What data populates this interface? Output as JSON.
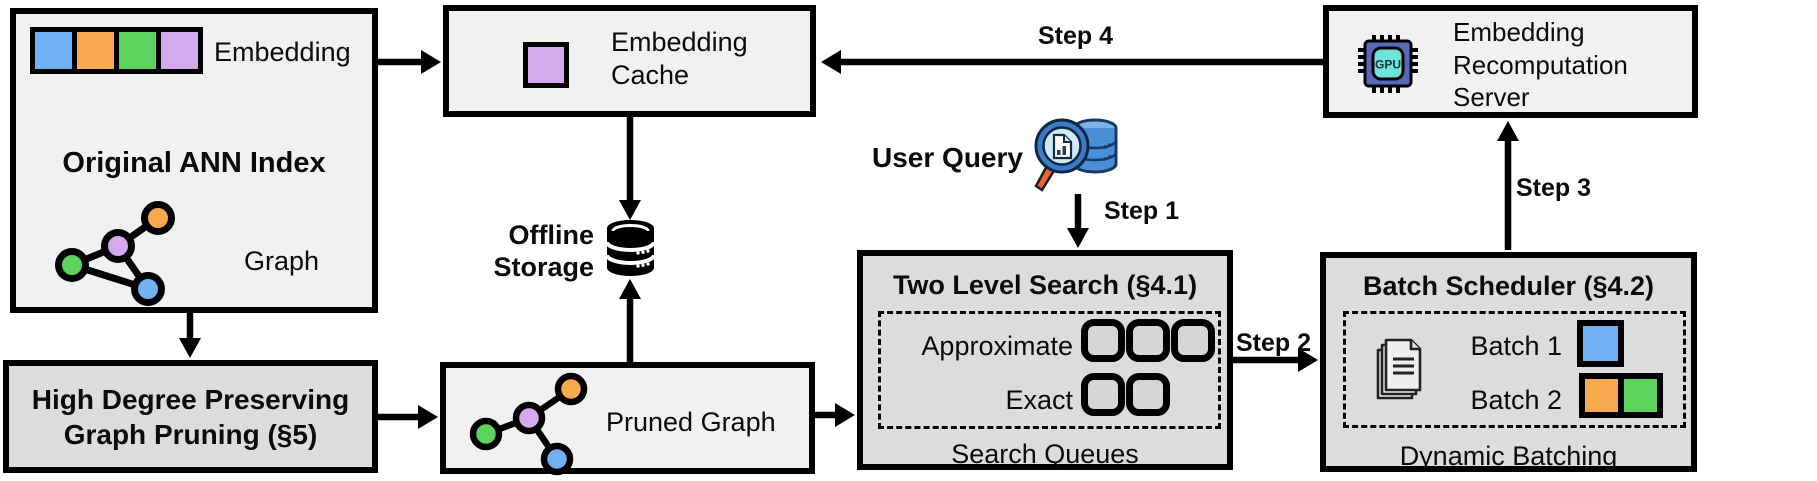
{
  "palette": {
    "blue": "#6fb1f2",
    "orange": "#f7a94e",
    "green": "#5cd35c",
    "purple": "#d4aaef",
    "gpu_body": "#5868bb",
    "gpu_core": "#70e3d9",
    "query_db": "#4a8ed8",
    "query_db_top": "#7db4e8",
    "query_lens": "#cdeaf9",
    "query_rim": "#3c7cc4",
    "query_handle": "#f2632f"
  },
  "ann_index": {
    "title": "Original ANN Index",
    "embedding_label": "Embedding",
    "graph_label": "Graph"
  },
  "embedding_cache": {
    "label": "Embedding Cache"
  },
  "offline_storage": {
    "label": "Offline Storage"
  },
  "user_query": {
    "label": "User Query"
  },
  "recomputation_server": {
    "label": "Embedding Recomputation Server"
  },
  "two_level_search": {
    "title": "Two Level Search (§4.1)",
    "row1_label": "Approximate",
    "row1_slots": 3,
    "row2_label": "Exact",
    "row2_slots": 2,
    "footer": "Search Queues"
  },
  "batch_scheduler": {
    "title": "Batch Scheduler (§4.2)",
    "batch1_label": "Batch 1",
    "batch2_label": "Batch 2",
    "footer": "Dynamic Batching"
  },
  "graph_pruning": {
    "title": "High Degree Preserving Graph Pruning (§5)"
  },
  "pruned_graph": {
    "label": "Pruned Graph"
  },
  "steps": {
    "step1": "Step 1",
    "step2": "Step 2",
    "step3": "Step 3",
    "step4": "Step 4"
  },
  "icons": {
    "gpu_text": "GPU"
  }
}
